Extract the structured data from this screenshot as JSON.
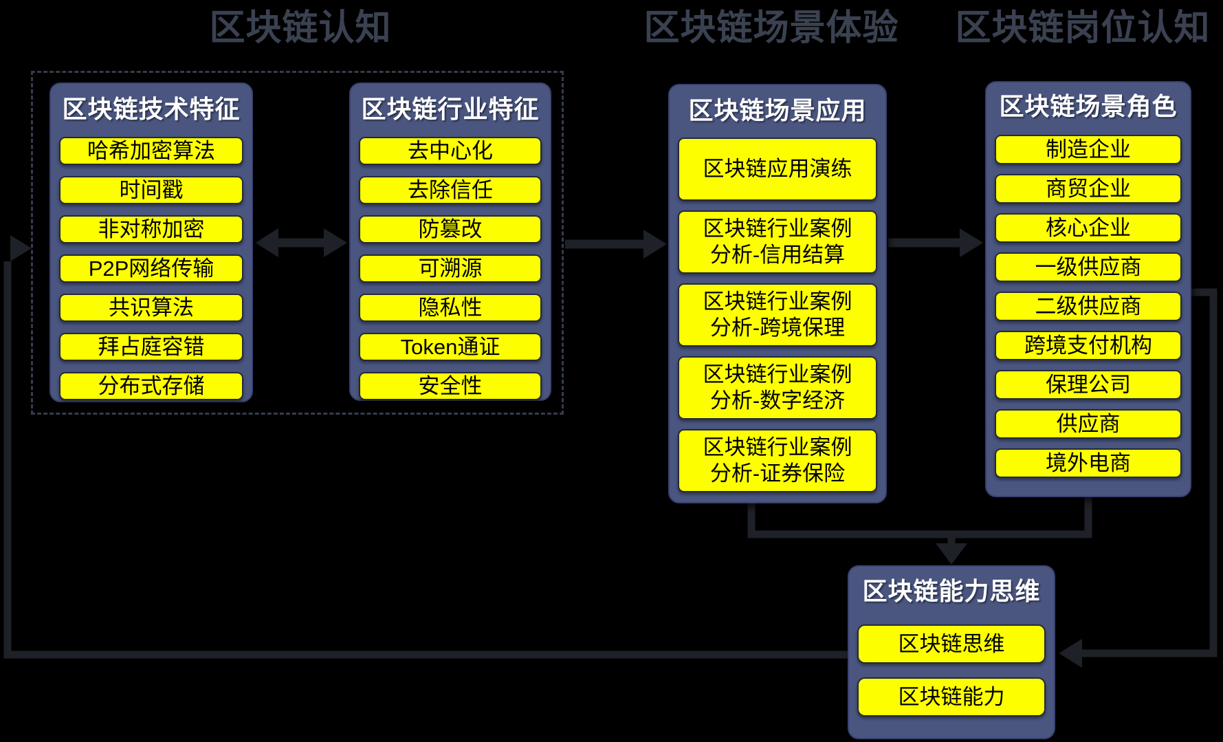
{
  "titles": [
    "区块链认知",
    "区块链场景体验",
    "区块链岗位认知"
  ],
  "panels": {
    "tech": {
      "header": "区块链技术特征",
      "items": [
        "哈希加密算法",
        "时间戳",
        "非对称加密",
        "P2P网络传输",
        "共识算法",
        "拜占庭容错",
        "分布式存储"
      ]
    },
    "industry": {
      "header": "区块链行业特征",
      "items": [
        "去中心化",
        "去除信任",
        "防篡改",
        "可溯源",
        "隐私性",
        "Token通证",
        "安全性"
      ]
    },
    "scenario_app": {
      "header": "区块链场景应用",
      "items": [
        "区块链应用演练",
        "区块链行业案例\n分析-信用结算",
        "区块链行业案例\n分析-跨境保理",
        "区块链行业案例\n分析-数字经济",
        "区块链行业案例\n分析-证券保险"
      ]
    },
    "scenario_role": {
      "header": "区块链场景角色",
      "items": [
        "制造企业",
        "商贸企业",
        "核心企业",
        "一级供应商",
        "二级供应商",
        "跨境支付机构",
        "保理公司",
        "供应商",
        "境外电商"
      ]
    },
    "capability": {
      "header": "区块链能力思维",
      "items": [
        "区块链思维",
        "区块链能力"
      ]
    }
  },
  "colors": {
    "background": "#000000",
    "panel": "#4a5680",
    "item_bg": "#fdff00",
    "item_text": "#000000",
    "header_text": "#ffffff",
    "title_text": "#3a4150",
    "dashed_border": "#363c49",
    "arrow": "#1e2127"
  }
}
